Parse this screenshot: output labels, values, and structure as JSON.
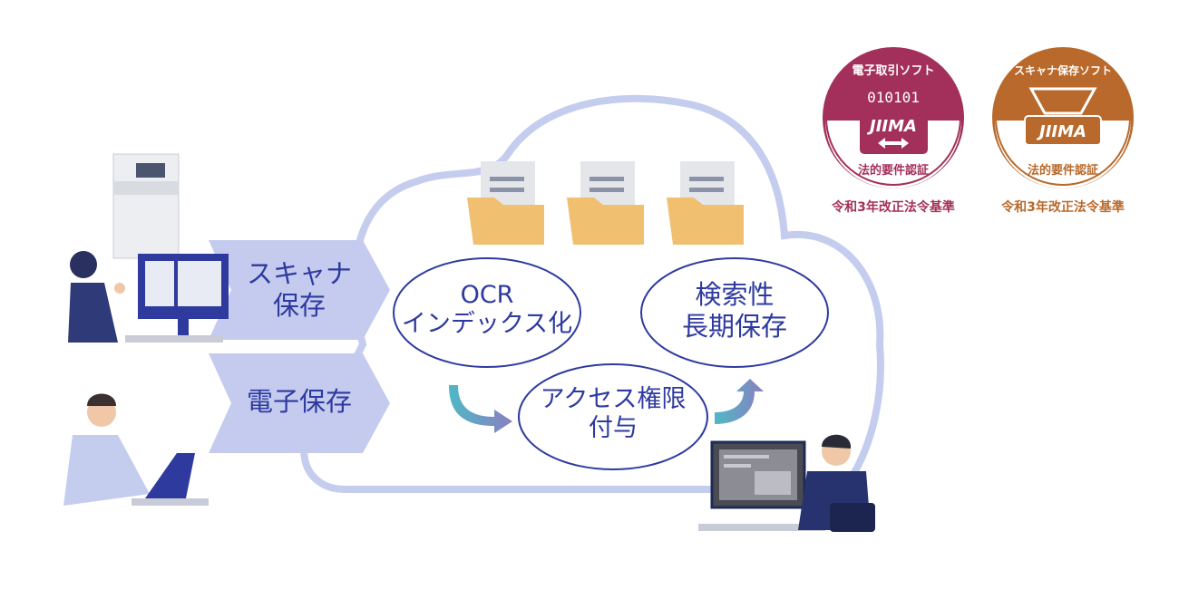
{
  "flows": [
    {
      "line1": "スキャナ",
      "line2": "保存"
    },
    {
      "line1": "電子保存"
    }
  ],
  "steps": [
    {
      "line1": "OCR",
      "line2": "インデックス化"
    },
    {
      "line1": "アクセス権限",
      "line2": "付与"
    },
    {
      "line1": "検索性",
      "line2": "長期保存"
    }
  ],
  "badges": [
    {
      "top": "電子取引ソフト",
      "code": "010101",
      "logo": "JIIMA",
      "bottom": "法的要件認証",
      "caption": "令和3年改正法令基準",
      "color": "#a3305a"
    },
    {
      "top": "スキャナ保存ソフト",
      "logo": "JIIMA",
      "bottom": "法的要件認証",
      "caption": "令和3年改正法令基準",
      "color": "#b8692b"
    }
  ],
  "colors": {
    "accent": "#2e3a9f",
    "cloud": "#c5cdef",
    "folder": "#f0c070"
  }
}
